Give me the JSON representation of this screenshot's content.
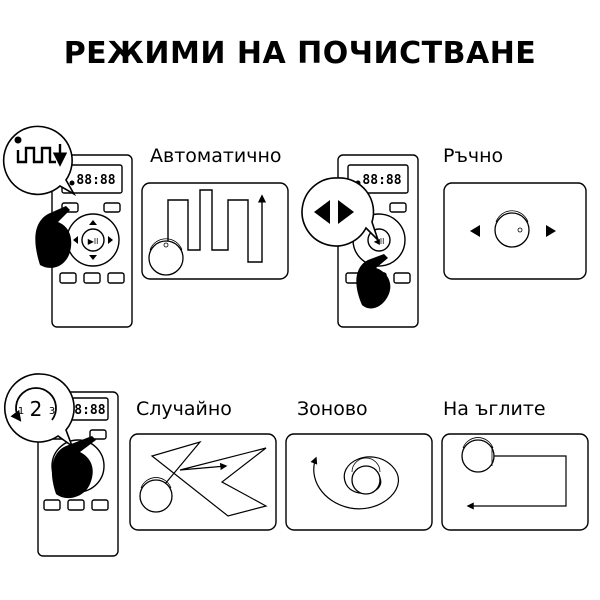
{
  "title": "РЕЖИМИ НА ПОЧИСТВАНЕ",
  "modes": {
    "auto": {
      "label": "Автоматично"
    },
    "manual": {
      "label": "Ръчно"
    },
    "random": {
      "label": "Случайно"
    },
    "zone": {
      "label": "Зоново"
    },
    "corner": {
      "label": "На ъглите"
    }
  },
  "remote": {
    "display": "88:88"
  },
  "badges": {
    "level_digits": [
      "1",
      "2",
      "3"
    ]
  }
}
